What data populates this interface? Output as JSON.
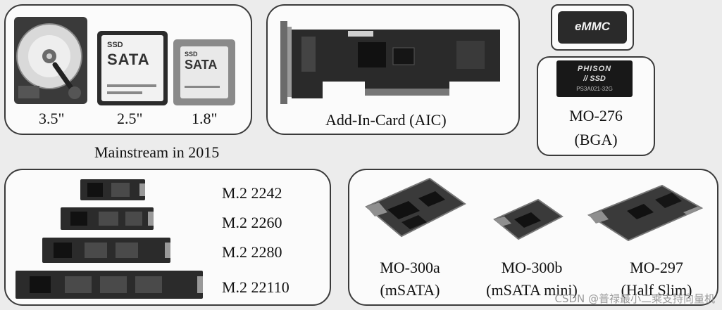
{
  "mainstream": {
    "caption": "Mainstream in 2015",
    "hdd_label": "3.5\"",
    "ssd25_label": "2.5\"",
    "ssd18_label": "1.8\"",
    "ssd_logo": "SSD",
    "sata_logo": "SATA"
  },
  "aic": {
    "label": "Add-In-Card (AIC)"
  },
  "emmc": {
    "chip_text": "eMMC"
  },
  "bga": {
    "label_line1": "MO-276",
    "label_line2": "(BGA)",
    "chip_brand": "PHISON",
    "chip_model": "// SSD",
    "chip_part": "PS3A021-32G"
  },
  "m2": {
    "items": [
      "M.2 2242",
      "M.2 2260",
      "M.2 2280",
      "M.2 22110"
    ]
  },
  "mo": {
    "items": [
      {
        "line1": "MO-300a",
        "line2": "(mSATA)"
      },
      {
        "line1": "MO-300b",
        "line2": "(mSATA mini)"
      },
      {
        "line1": "MO-297",
        "line2": "(Half Slim)"
      }
    ]
  },
  "watermark": "CSDN @普禄最小二乘支持向量机"
}
